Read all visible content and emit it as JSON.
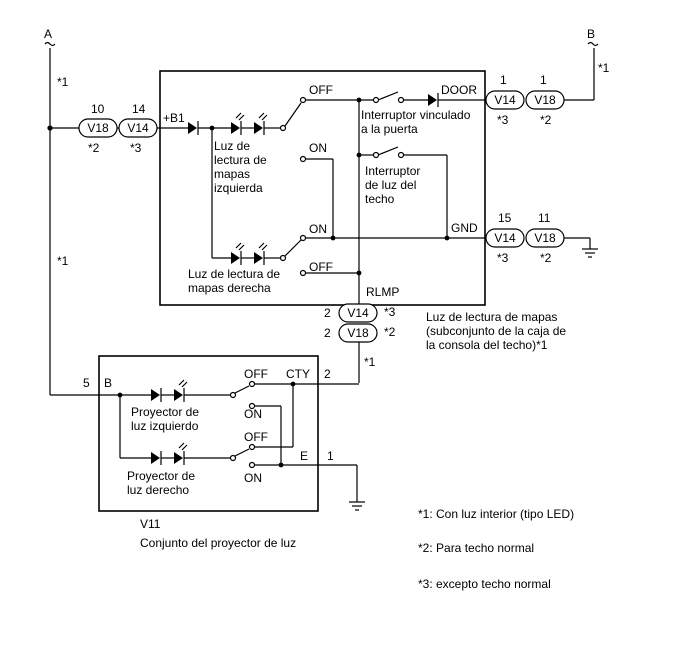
{
  "terminals": {
    "a": "A",
    "b": "B"
  },
  "notes": {
    "n1": "*1",
    "n2": "*2",
    "n3": "*3"
  },
  "connectors": {
    "v18": "V18",
    "v14": "V14"
  },
  "pins": {
    "p10": "10",
    "p14": "14",
    "p1a": "1",
    "p1b": "1",
    "p15": "15",
    "p11": "11",
    "p2a": "2",
    "p2b": "2",
    "p5": "5",
    "p2c": "2",
    "p1c": "1"
  },
  "map_light": {
    "b1": "+B1",
    "off": "OFF",
    "on": "ON",
    "door": "DOOR",
    "gnd": "GND",
    "rlmp": "RLMP",
    "left_light": [
      "Luz de",
      "lectura de",
      "mapas",
      "izquierda"
    ],
    "right_light": [
      "Luz de lectura de",
      "mapas derecha"
    ],
    "door_switch": [
      "Interruptor vinculado",
      "a la puerta"
    ],
    "roof_switch": [
      "Interruptor",
      "de luz del",
      "techo"
    ],
    "assembly_label": [
      "Luz de lectura de mapas",
      "(subconjunto de la caja de",
      "la consola del techo)*1"
    ]
  },
  "projector": {
    "b": "B",
    "cty": "CTY",
    "e": "E",
    "off": "OFF",
    "on": "ON",
    "left": [
      "Proyector de",
      "luz izquierdo"
    ],
    "right": [
      "Proyector de",
      "luz derecho"
    ],
    "code": "V11",
    "name": "Conjunto del proyector de luz"
  },
  "legend": {
    "l1": "*1: Con luz interior (tipo LED)",
    "l2": "*2: Para techo normal",
    "l3": "*3: excepto techo normal"
  }
}
